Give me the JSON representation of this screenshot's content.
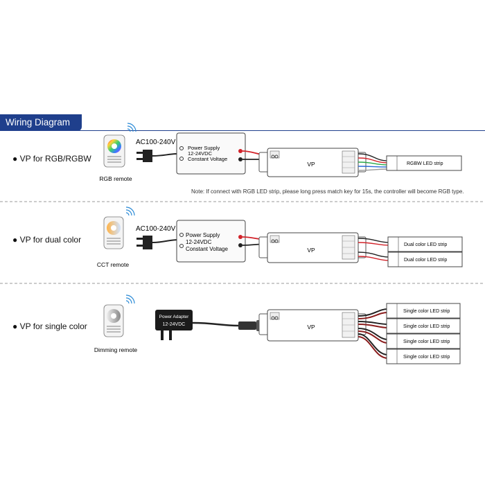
{
  "header": {
    "title": "Wiring Diagram"
  },
  "sections": [
    {
      "bullet": "●",
      "label": "VP for RGB/RGBW",
      "remote_caption": "RGB remote",
      "input_label": "AC100-240V",
      "psu": {
        "line1": "Power Supply",
        "line2": "12-24VDC",
        "line3": "Constant Voltage"
      },
      "controller_label": "VP",
      "strips": [
        "RGBW LED strip"
      ]
    },
    {
      "bullet": "●",
      "label": "VP for dual color",
      "remote_caption": "CCT remote",
      "input_label": "AC100-240V",
      "psu": {
        "line1": "Power Supply",
        "line2": "12-24VDC",
        "line3": "Constant Voltage"
      },
      "controller_label": "VP",
      "strips": [
        "Dual color LED strip",
        "Dual color LED strip"
      ]
    },
    {
      "bullet": "●",
      "label": "VP for single color",
      "remote_caption": "Dimming remote",
      "adapter": {
        "line1": "Power Adapter",
        "line2": "12-24VDC"
      },
      "controller_label": "VP",
      "strips": [
        "Single color LED strip",
        "Single color LED strip",
        "Single color LED strip",
        "Single color LED strip"
      ]
    }
  ],
  "note": "Note: If connect with RGB LED strip, please long press match key for 15s, the controller will become RGB type.",
  "colors": {
    "accent": "#1f3f8c",
    "wire_red": "#d2232a",
    "wire_black": "#222222",
    "divider": "#9a9a9a"
  }
}
